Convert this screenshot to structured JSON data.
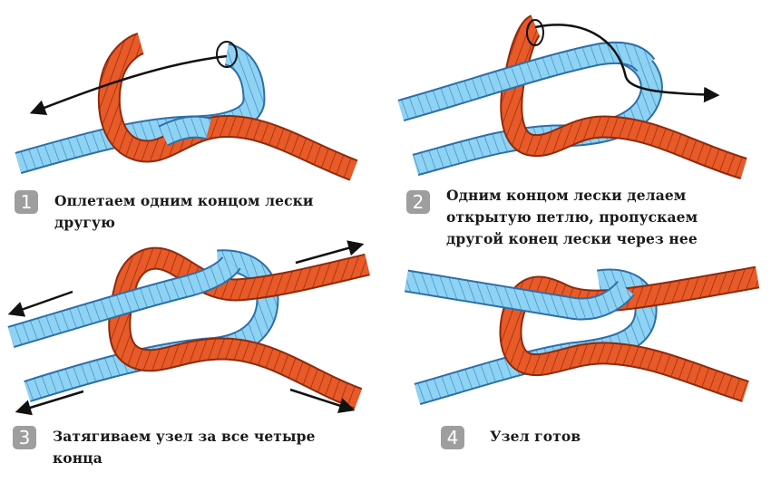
{
  "steps": [
    {
      "number": "1",
      "caption_line1": "Оплетаем одним концом лески",
      "caption_line2": "другую"
    },
    {
      "number": "2",
      "caption_line1": "Одним концом лески делаем",
      "caption_line2": "открытую петлю, пропускаем",
      "caption_line3": "другой конец лески через нее"
    },
    {
      "number": "3",
      "caption_line1": "Затягиваем узел за все четыре",
      "caption_line2": "концa"
    },
    {
      "number": "4",
      "caption_line1": "Узел готов"
    }
  ],
  "colors": {
    "blue_line": "#8fd3f4",
    "red_line": "#e85a28",
    "arrow": "#111111",
    "badge": "#9e9e9e"
  }
}
